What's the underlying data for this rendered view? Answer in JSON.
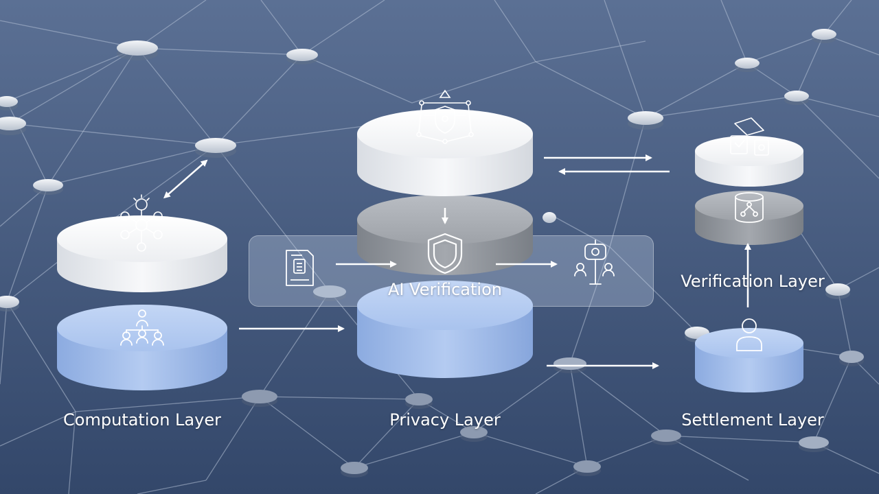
{
  "labels": {
    "computation": "Computation Layer",
    "privacy": "Privacy Layer",
    "settlement": "Settlement Layer",
    "verification": "Verification Layer",
    "ai": "AI Verification"
  },
  "colors": {
    "background_top": "#5a6f93",
    "background_bottom": "#34486b",
    "network_line": "#aab8cf",
    "disk_white": "#f2f3f5",
    "disk_grey": "#8f949b",
    "disk_blue": "#a9c4ef",
    "glass_panel": "#cddaee",
    "arrow": "#ffffff"
  },
  "icons": {
    "computation_top": "ai-brain-network-icon",
    "computation_bottom": "people-hierarchy-icon",
    "privacy_top": "shield-network-icon",
    "privacy_center": "shield-icon",
    "document": "document-icon",
    "ai_nodes": "people-network-icon",
    "settlement_top": "wallet-check-icon",
    "settlement_mid": "database-network-icon",
    "settlement_user": "user-icon"
  }
}
